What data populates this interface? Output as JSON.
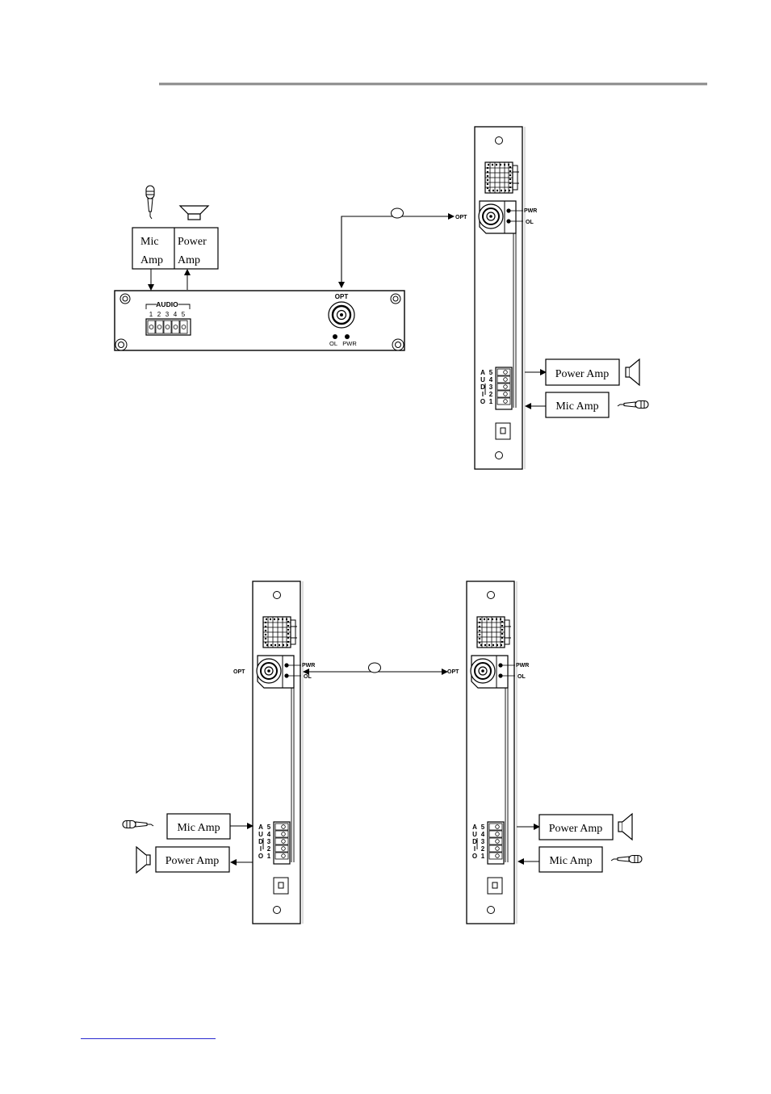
{
  "labels": {
    "mic_amp": "Mic Amp",
    "mic": "Mic",
    "amp": "Amp",
    "power": "Power",
    "power_amp": "Power Amp",
    "opt": "OPT",
    "pwr": "PWR",
    "ol": "OL",
    "audio": "AUDIO",
    "audio_letters": [
      "A",
      "U",
      "D",
      "I",
      "O"
    ],
    "pins_up": [
      "1",
      "2",
      "3",
      "4",
      "5"
    ],
    "pins_down": [
      "5",
      "4",
      "3",
      "2",
      "1"
    ]
  },
  "colors": {
    "rule": "#8a8a8a",
    "line": "#000000",
    "link": "#2a2ad0"
  },
  "icons": {
    "microphone": "microphone-icon",
    "speaker": "speaker-icon"
  }
}
